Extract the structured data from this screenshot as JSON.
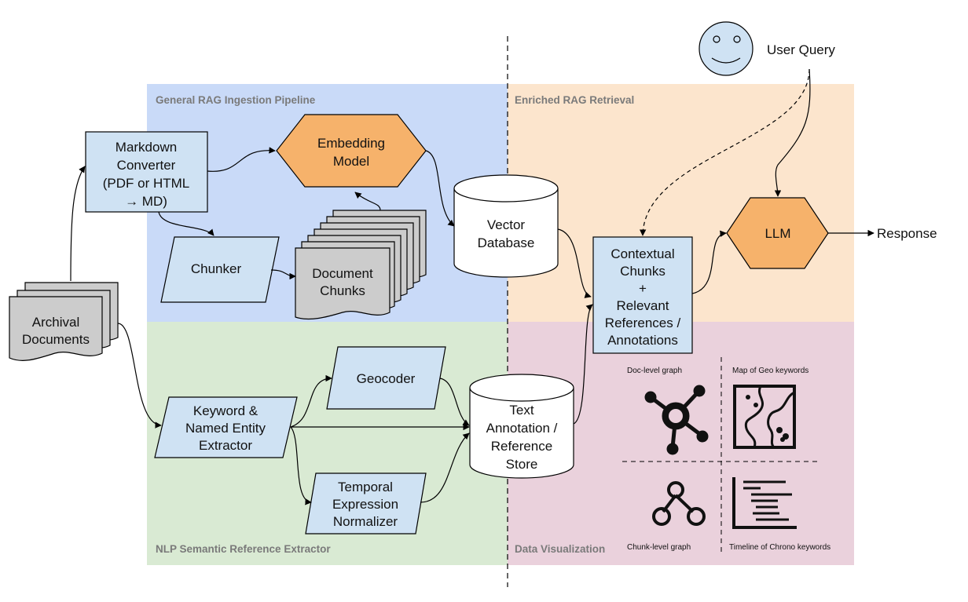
{
  "regions": {
    "ingestion": "General RAG Ingestion Pipeline",
    "retrieval": "Enriched RAG Retrieval",
    "nlp": "NLP Semantic Reference Extractor",
    "visualization": "Data Visualization"
  },
  "nodes": {
    "archival_documents": [
      "Archival",
      "Documents"
    ],
    "markdown_converter": [
      "Markdown",
      "Converter",
      "(PDF or HTML",
      "→ MD)"
    ],
    "chunker": [
      "Chunker"
    ],
    "document_chunks": [
      "Document",
      "Chunks"
    ],
    "embedding_model": [
      "Embedding",
      "Model"
    ],
    "vector_database": [
      "Vector",
      "Database"
    ],
    "user_query": "User Query",
    "llm": "LLM",
    "response": "Response",
    "contextual_chunks": [
      "Contextual",
      "Chunks",
      "+",
      "Relevant",
      "References /",
      "Annotations"
    ],
    "keyword_extractor": [
      "Keyword &",
      "Named Entity",
      "Extractor"
    ],
    "geocoder": [
      "Geocoder"
    ],
    "temporal_normalizer": [
      "Temporal",
      "Expression",
      "Normalizer"
    ],
    "text_annotation_store": [
      "Text",
      "Annotation /",
      "Reference",
      "Store"
    ]
  },
  "visualization_items": {
    "doc_graph": "Doc-level graph",
    "geo_map": "Map of Geo keywords",
    "chunk_graph": "Chunk-level graph",
    "timeline": "Timeline of Chrono keywords"
  },
  "colors": {
    "ingestion_bg": "#c9daf8",
    "retrieval_bg": "#fce5cd",
    "nlp_bg": "#d9ead3",
    "visualization_bg": "#ead1dc",
    "process_fill": "#cfe2f3",
    "model_fill": "#f6b26b",
    "document_fill": "#cccccc",
    "query_fill": "#cfe2f3"
  }
}
